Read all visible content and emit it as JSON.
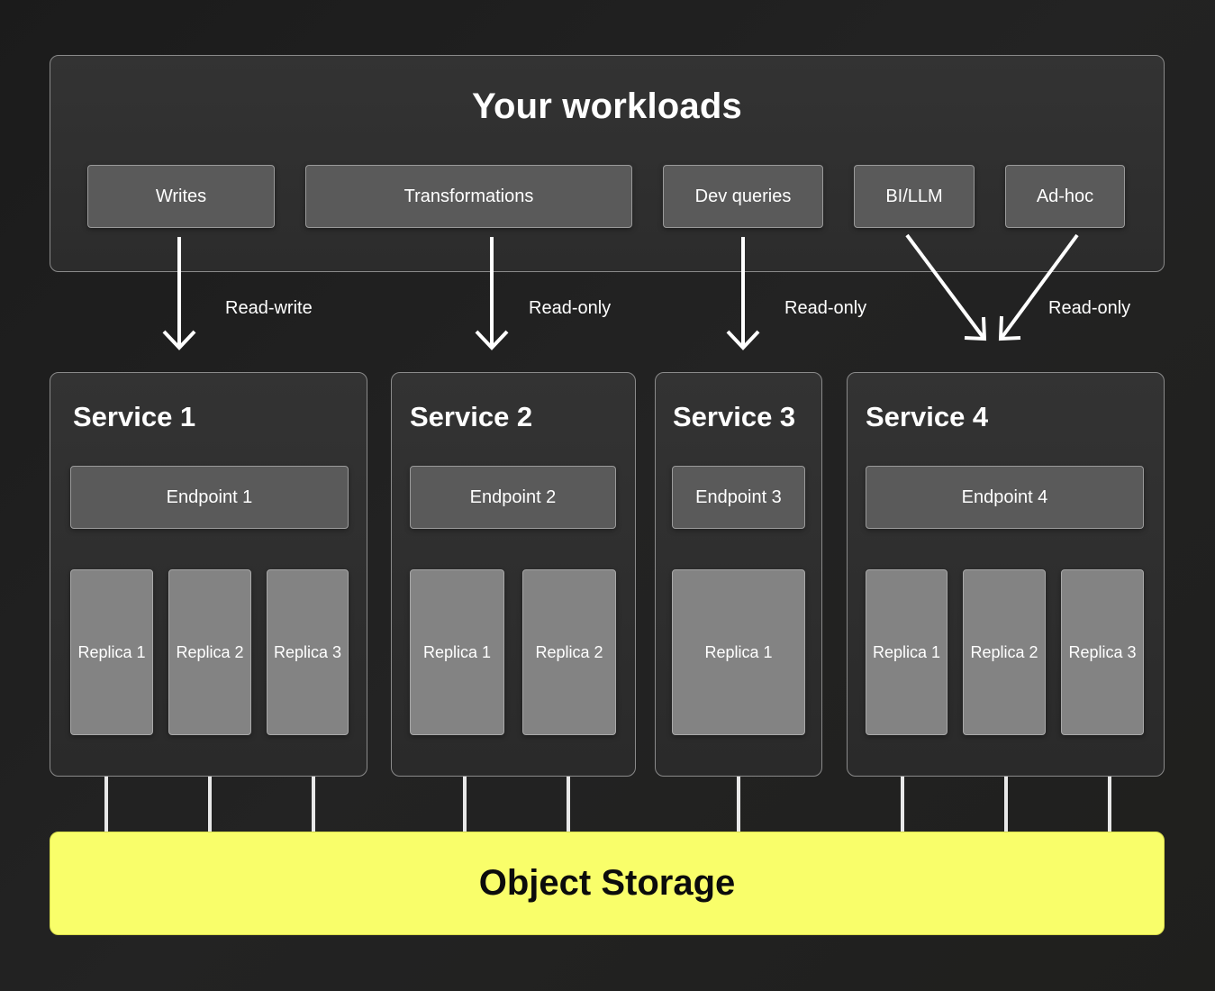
{
  "title": "Your workloads",
  "workloads": {
    "writes": "Writes",
    "transformations": "Transformations",
    "dev_queries": "Dev queries",
    "bi_llm": "BI/LLM",
    "ad_hoc": "Ad-hoc"
  },
  "labels": {
    "service1": "Read-write",
    "service2": "Read-only",
    "service3": "Read-only",
    "service4": "Read-only"
  },
  "services": [
    {
      "name": "Service 1",
      "endpoint": "Endpoint 1",
      "replicas": [
        "Replica 1",
        "Replica 2",
        "Replica 3"
      ]
    },
    {
      "name": "Service 2",
      "endpoint": "Endpoint 2",
      "replicas": [
        "Replica 1",
        "Replica 2"
      ]
    },
    {
      "name": "Service 3",
      "endpoint": "Endpoint 3",
      "replicas": [
        "Replica 1"
      ]
    },
    {
      "name": "Service 4",
      "endpoint": "Endpoint 4",
      "replicas": [
        "Replica 1",
        "Replica 2",
        "Replica 3"
      ]
    }
  ],
  "storage": "Object Storage",
  "colors": {
    "background": "#1e1e1e",
    "panel": "#303030",
    "box": "#5a5a5a",
    "replica": "#838383",
    "storage": "#f9fe6a",
    "text": "#ffffff"
  }
}
